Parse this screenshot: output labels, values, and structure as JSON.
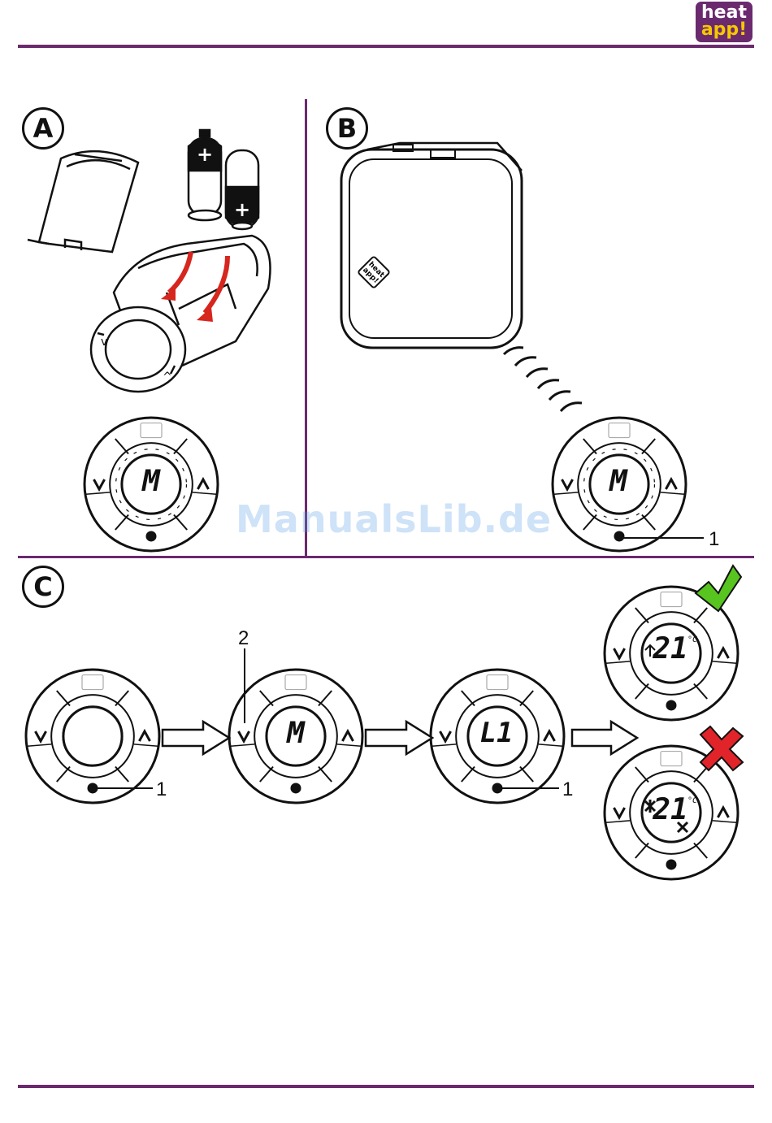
{
  "logo": {
    "line1": "heat",
    "line2": "app!"
  },
  "sections": {
    "a": "A",
    "b": "B",
    "c": "C"
  },
  "displays": {
    "m_code": "M",
    "l1_code": "L1",
    "temp": "21",
    "unit": "°C"
  },
  "callouts": {
    "one": "1",
    "two": "2"
  },
  "watermark": "ManualsLib.de",
  "status": {
    "success_color": "#58c41f",
    "error_color": "#e0242a"
  },
  "colors": {
    "brand": "#6b2a6e",
    "brand_accent": "#f6c800",
    "arrow_red": "#d6261e"
  },
  "icons": {
    "success": "checkmark-icon",
    "error": "cross-icon",
    "press_button": "dot-button-icon"
  }
}
